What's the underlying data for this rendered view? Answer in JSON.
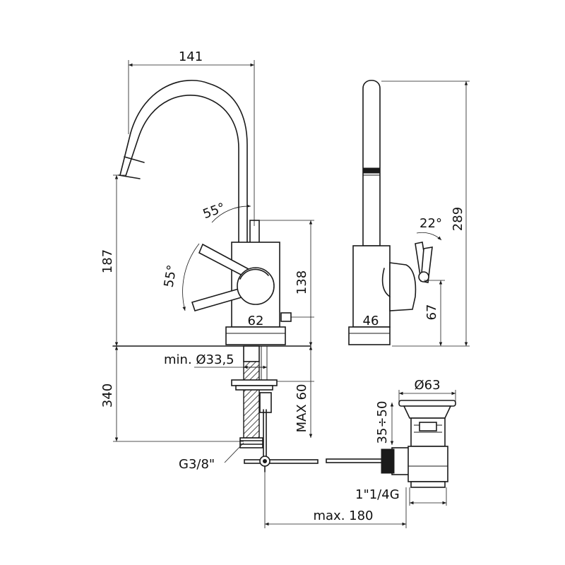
{
  "dimensions": {
    "width_top": "141",
    "angle_upper": "55°",
    "angle_lower": "55°",
    "angle_side": "22°",
    "height_left": "187",
    "height_body": "138",
    "height_total": "289",
    "base_front": "62",
    "base_side": "46",
    "height_lever": "67",
    "hole_min": "min. Ø33,5",
    "height_below": "340",
    "max_thickness": "MAX 60",
    "thread_supply": "G3/8\"",
    "waste_diameter": "Ø63",
    "waste_range": "35÷50",
    "waste_thread": "1\"1/4G",
    "pull_rod": "max. 180"
  },
  "colors": {
    "line": "#1a1a1a",
    "hatch": "#cfcfcf"
  }
}
